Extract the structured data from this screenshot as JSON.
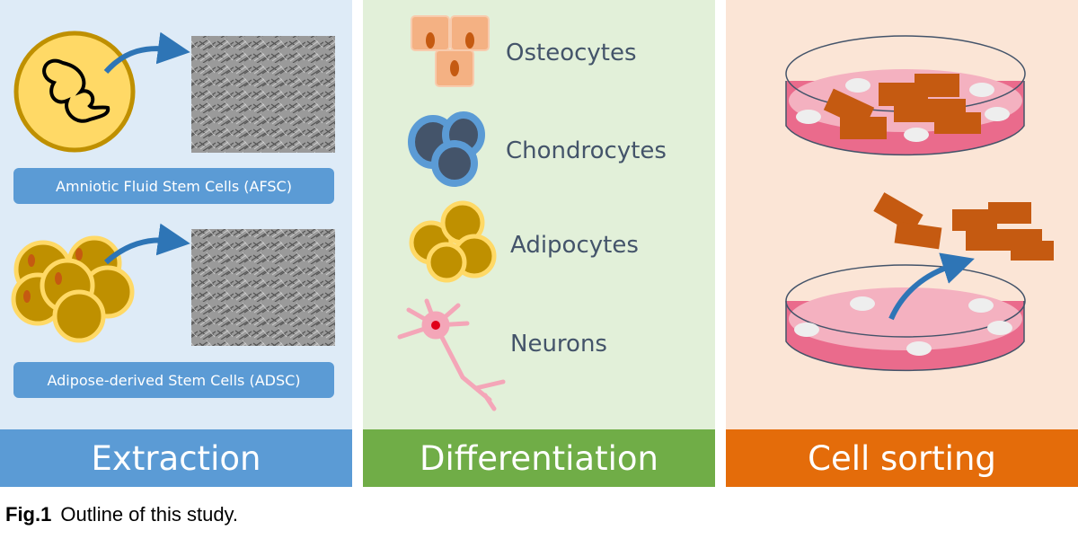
{
  "panels": {
    "extraction": {
      "title": "Extraction",
      "sources": [
        {
          "label": "Amniotic Fluid Stem Cells (AFSC)"
        },
        {
          "label": "Adipose-derived Stem Cells (ADSC)"
        }
      ]
    },
    "differentiation": {
      "title": "Differentiation",
      "cell_types": [
        "Osteocytes",
        "Chondrocytes",
        "Adipocytes",
        "Neurons"
      ]
    },
    "cell_sorting": {
      "title": "Cell sorting"
    }
  },
  "caption": {
    "label": "Fig.1",
    "text": "Outline of this study."
  },
  "colors": {
    "extraction_bg": "#deebf7",
    "extraction_bar": "#5b9bd5",
    "differentiation_bg": "#e2f0d9",
    "differentiation_bar": "#70ad47",
    "sorting_bg": "#fbe5d6",
    "sorting_bar": "#e46c0a",
    "arrow": "#2e75b6"
  }
}
